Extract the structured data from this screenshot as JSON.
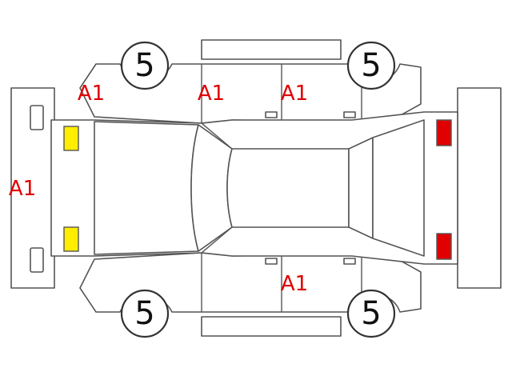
{
  "colors": {
    "damage_mark": "#e00000",
    "front_light": "#ffee00",
    "rear_light": "#e00000",
    "outline": "#555555"
  },
  "wheels": {
    "front_left": "5",
    "rear_left": "5",
    "front_right": "5",
    "rear_right": "5"
  },
  "marks": {
    "front_bumper": "A1",
    "left_front_fender": "A1",
    "left_front_door": "A1",
    "left_rear_door": "A1",
    "right_rear_door": "A1"
  }
}
